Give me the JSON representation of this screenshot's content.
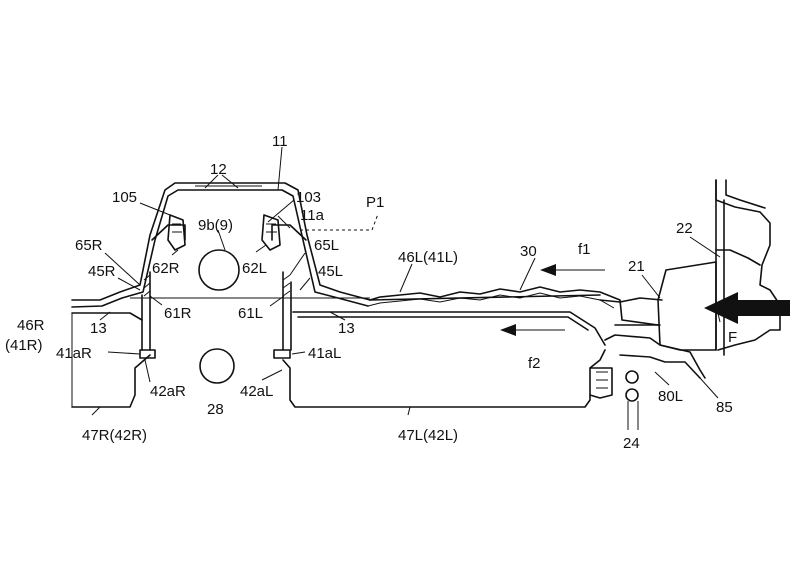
{
  "labels": {
    "l11": "11",
    "l12": "12",
    "l105": "105",
    "l103": "103",
    "l11a": "11a",
    "lP1": "P1",
    "l9b": "9b(9)",
    "l22": "22",
    "l65R": "65R",
    "l65L": "65L",
    "l45R": "45R",
    "l45L": "45L",
    "l62R": "62R",
    "l62L": "62L",
    "l46L": "46L(41L)",
    "l30": "30",
    "lf1": "f1",
    "l21": "21",
    "l46R": "46R",
    "l41R": "(41R)",
    "l13R": "13",
    "l61R": "61R",
    "l61L": "61L",
    "l13L": "13",
    "lF": "F",
    "l41aR": "41aR",
    "l41aL": "41aL",
    "lf2": "f2",
    "l42aR": "42aR",
    "l42aL": "42aL",
    "l80L": "80L",
    "l85": "85",
    "l28": "28",
    "l47R": "47R(42R)",
    "l47L": "47L(42L)",
    "l24": "24"
  }
}
